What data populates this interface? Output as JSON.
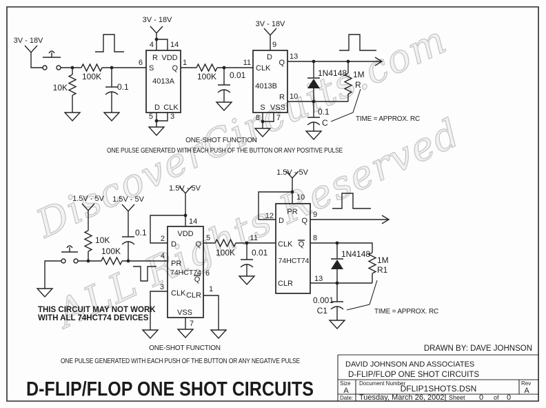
{
  "watermark": {
    "line1": "DiscoverCircuits.com",
    "line2": "ALL Rights Reserved"
  },
  "main_title": "D-FLIP/FLOP ONE SHOT CIRCUITS",
  "drawn_by": "DRAWN BY: DAVE JOHNSON",
  "circuit1": {
    "rail": "3V - 18V",
    "r_pulldown": "10K",
    "r_input": "100K",
    "c_input": "0.1",
    "r_coupling": "100K",
    "c_coupling": "0.01",
    "diode": "1N4148",
    "r_timing": "1M",
    "r_timing_name": "R",
    "c_timing": "0.1",
    "c_timing_name": "C",
    "time_note": "TIME = APPROX. RC",
    "fn_caption": "ONE-SHOT FUNCTION",
    "desc_caption": "ONE PULSE GENERATED WITH EACH PUSH OF THE BUTTON OR ANY POSITIVE PULSE",
    "ic_a": {
      "name": "4013A",
      "lbl_r": "R",
      "lbl_vdd": "VDD",
      "lbl_s": "S",
      "lbl_q": "Q",
      "lbl_d": "D",
      "lbl_clk": "CLK",
      "pin_r": "4",
      "pin_vdd": "14",
      "pin_s": "6",
      "pin_q": "1",
      "pin_d": "5",
      "pin_clk": "3"
    },
    "ic_b": {
      "name": "4013B",
      "lbl_d": "D",
      "lbl_clk": "CLK",
      "lbl_q": "Q",
      "lbl_r": "R",
      "lbl_s": "S",
      "lbl_vss": "VSS",
      "pin_d": "9",
      "pin_clk": "11",
      "pin_q": "13",
      "pin_r": "10",
      "pin_s": "8",
      "pin_vss": "7"
    }
  },
  "circuit2": {
    "rail": "1.5V - 5V",
    "r_pullup": "10K",
    "r_input": "100K",
    "c_input": "0.1",
    "r_coupling": "100K",
    "c_coupling": "0.01",
    "diode": "1N4148",
    "r_timing": "1M",
    "r_timing_name": "R1",
    "c_timing": "0.001",
    "c_timing_name": "C1",
    "time_note": "TIME = APPROX. RC",
    "warning_line1": "THIS CIRCUIT MAY NOT WORK",
    "warning_line2": "WITH ALL 74HCT74 DEVICES",
    "fn_caption": "ONE-SHOT FUNCTION",
    "desc_caption": "ONE PULSE GENERATED WITH EACH PUSH OF THE BUTTON OR ANY NEGATIVE PULSE",
    "ff1": {
      "name": "74HCT74",
      "lbl_vdd": "VDD",
      "lbl_d": "D",
      "lbl_pr": "PR",
      "lbl_clk": "CLK",
      "lbl_q": "Q",
      "lbl_qbar": "Q",
      "lbl_clr": "CLR",
      "lbl_vss": "VSS",
      "pin_vdd": "14",
      "pin_d": "2",
      "pin_pr": "4",
      "pin_clk": "3",
      "pin_q": "5",
      "pin_qbar": "6",
      "pin_clr": "1",
      "pin_vss": "7"
    },
    "ff2": {
      "name": "74HCT74",
      "lbl_pr": "PR",
      "lbl_d": "D",
      "lbl_clk": "CLK",
      "lbl_q": "Q",
      "lbl_qbar": "Q",
      "lbl_clr": "CLR",
      "pin_pr": "10",
      "pin_d": "12",
      "pin_clk": "11",
      "pin_q": "9",
      "pin_qbar": "8",
      "pin_clr": "13"
    }
  },
  "title_block": {
    "company": "DAVID JOHNSON AND ASSOCIATES",
    "doc_title": "D-FLIP/FLOP ONE SHOT CIRCUITS",
    "size_label": "Size",
    "size": "A",
    "doc_label": "Document Number",
    "doc_number": "DFLIP1SHOTS.DSN",
    "rev_label": "Rev",
    "rev": "A",
    "date_label": "Date:",
    "date": "Tuesday, March 26, 2002",
    "sheet_label": "Sheet",
    "sheet": "0",
    "of_label": "of",
    "total": "0"
  }
}
